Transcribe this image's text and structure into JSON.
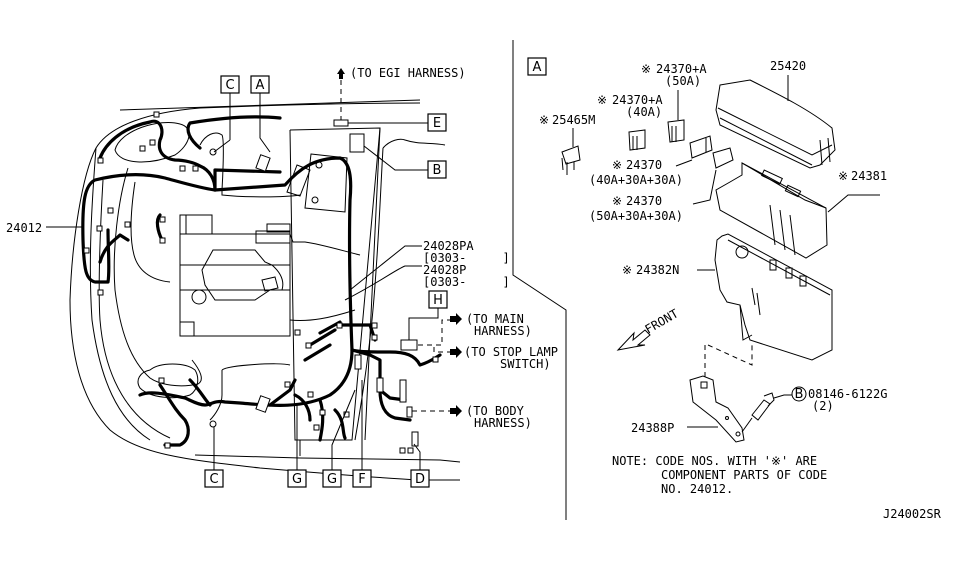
{
  "diagram": {
    "title_code": "J24002SR",
    "main_part": "24012",
    "callouts": {
      "A": "A",
      "B": "B",
      "C": "C",
      "D": "D",
      "E": "E",
      "F": "F",
      "G": "G",
      "H": "H"
    },
    "destinations": {
      "egi": "(TO EGI HARNESS)",
      "main_1": "(TO MAIN",
      "main_2": "HARNESS)",
      "stop_1": "(TO STOP LAMP",
      "stop_2": "SWITCH)",
      "body_1": "(TO BODY",
      "body_2": "HARNESS)"
    },
    "sub_parts": {
      "p24028PA": "24028PA",
      "p24028PA_range": "[0303-     ]",
      "p24028P": "24028P",
      "p24028P_range": "[0303-     ]"
    },
    "detail_A": {
      "section_label": "A",
      "mark": "※",
      "parts": {
        "p25420": "25420",
        "p24370A_50": "24370+A",
        "p24370A_50_rating": "(50A)",
        "p24370A_40": "24370+A",
        "p24370A_40_rating": "(40A)",
        "p25465M": "25465M",
        "p24370_1": "24370",
        "p24370_1_rating": "(40A+30A+30A)",
        "p24370_2": "24370",
        "p24370_2_rating": "(50A+30A+30A)",
        "p24381": "24381",
        "p24382N": "24382N",
        "p24388P": "24388P",
        "bolt": "08146-6122G",
        "bolt_qty": "(2)",
        "bolt_mark": "B"
      },
      "front_label": "FRONT",
      "note_1": "NOTE: CODE NOS. WITH '※' ARE",
      "note_2": "COMPONENT PARTS OF CODE",
      "note_3": "NO. 24012."
    }
  }
}
